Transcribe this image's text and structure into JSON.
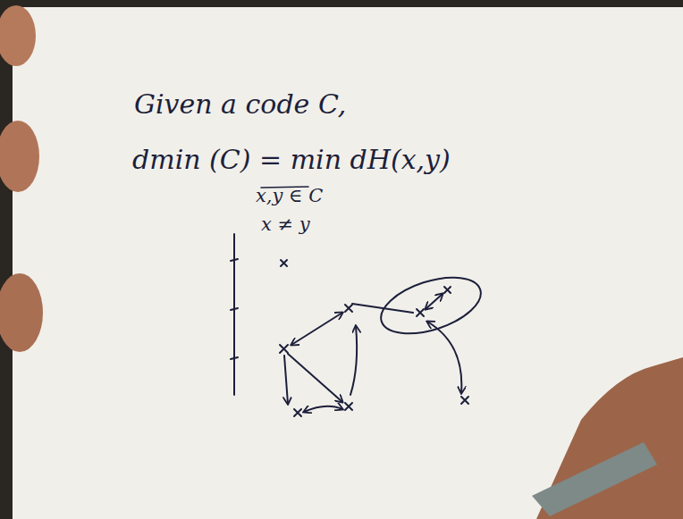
{
  "diagram": {
    "labels": [
      "Given a code C,",
      "dmin (C) = min dH(x,y)",
      "x,y ∈ C",
      "x ≠ y"
    ]
  }
}
